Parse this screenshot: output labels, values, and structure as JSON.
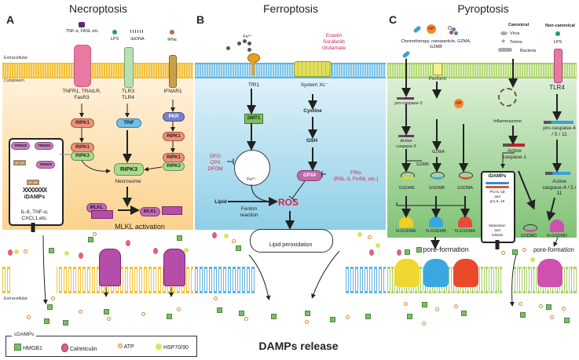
{
  "panels": {
    "necroptosis": {
      "title": "Necroptosis",
      "letter": "A",
      "extracellular_label": "Extracellular",
      "cytoplasm_label": "Cytoplasm",
      "ligands": [
        "TNF-α, FASL etc.",
        "LPS",
        "dsDNA",
        "IFNs"
      ],
      "receptors": [
        "TNFR1, TRAILR, FasR3",
        "TLR3 TLR4",
        "IFNAR1"
      ],
      "nodes": {
        "ripk1_a": "RIPK1",
        "ripk1_b": "RIPK1",
        "ripk3_a": "RIPK3",
        "trif": "TRIF",
        "pkr": "PKR",
        "ripk1_c": "RIPK1",
        "ripk1_d": "RIPK1",
        "ripk3_b": "RIPK3",
        "ripk3_necrosome": "RIPK3",
        "necrosome": "Necrosome",
        "mlkl_a": "MLKL",
        "mlkl_b": "MLKL",
        "mlkl_activation": "MLKL activation"
      },
      "inset": {
        "trim_a": "TRIM28",
        "trim_b": "TRIM28",
        "trim_c": "TRIM28",
        "nfkb_a": "NF-κB",
        "nfkb_b": "NF-κB",
        "dna": "XXXXXXX",
        "idamps": "iDAMPs",
        "cytokines": "IL-8, TNF-α, CXCL1,etc."
      },
      "bottom_label": "Extracellular"
    },
    "ferroptosis": {
      "title": "Ferroptosis",
      "letter": "B",
      "fe3": "Fe³⁺",
      "inducers": [
        "Erastin",
        "Sorafenib",
        "Glutamate"
      ],
      "tfr1": "TfR1",
      "system_xc": "System Xc⁻",
      "dmt1": "DMT1",
      "cystine": "Cystine",
      "gsh": "GSH",
      "iron_chelators": [
        "DFO",
        "CPX",
        "DFOM"
      ],
      "fe2": "Fe²⁺",
      "gpx4": "GPX4",
      "fins": [
        "FINs",
        "(RSL-3, Fin56, etc.)"
      ],
      "lipid": "Lipid",
      "fenton": "Fenton reaction",
      "ros": "ROS",
      "lipid_peroxidation": "Lipid peroxidation"
    },
    "pyroptosis": {
      "title": "Pyroptosis",
      "letter": "C",
      "np_label": "NP",
      "stimuli_caption": "Chemotherapy, nanoparticle, GZMA, GZMB",
      "canonical": "Canonical",
      "non_canonical": "Non-canonical",
      "virus": "Virus",
      "toxins": "Toxins",
      "bacteria": "Bacteria",
      "lps": "LPS",
      "perforin": "Perforin",
      "tlr4": "TLR4",
      "pro_casp3": "pro-caspase-3",
      "active_casp3": "Active caspase-3",
      "gzma": "GZMA",
      "gzmb": "GZMB",
      "inflammasome": "Inflammasome",
      "active_casp1": "Active caspase-1",
      "pro_casp4": "pro-caspase-4 / 5 / 11",
      "active_casp4": "Active caspase-4 / 5 / 11",
      "gsdme": "GSDME",
      "gsdmb": "GSDMB",
      "gsdma": "GSDMA",
      "gsdmd": "GSDMD",
      "n_gsdme": "N-GSDME",
      "n_gsdmb": "N-GSDMB",
      "n_gsdma": "N-GSDMA",
      "n_gsdmd": "N-GSDMD",
      "idamps_box": {
        "title": "iDAMPs",
        "line1": "Pro-IL-1β",
        "line2": "and",
        "line3": "pro-IL-18",
        "line4": "Maturation",
        "line5": "and",
        "line6": "release"
      },
      "pore_formation_a": "pore-formation",
      "pore_formation_b": "pore-formation"
    }
  },
  "legend": {
    "caption": "cDAMPs",
    "items": [
      {
        "label": "HMGB1",
        "color": "#7dbb6a",
        "shape": "square"
      },
      {
        "label": "Calreticulin",
        "color": "#e0607e",
        "shape": "oval"
      },
      {
        "label": "ATP",
        "color": "#e8a65a",
        "shape": "ring"
      },
      {
        "label": "HSP70/90",
        "color": "#d6e65a",
        "shape": "hexagon"
      }
    ]
  },
  "footer": "DAMPs release",
  "colors": {
    "necroptosis_bg": "#fbd79a",
    "ferroptosis_bg": "#9fd4ea",
    "pyroptosis_bg": "#8fcc84",
    "membrane_a": "#f2c230",
    "membrane_b": "#7fc6ea",
    "membrane_c": "#b6dc7a",
    "accent_red": "#d6204a"
  }
}
